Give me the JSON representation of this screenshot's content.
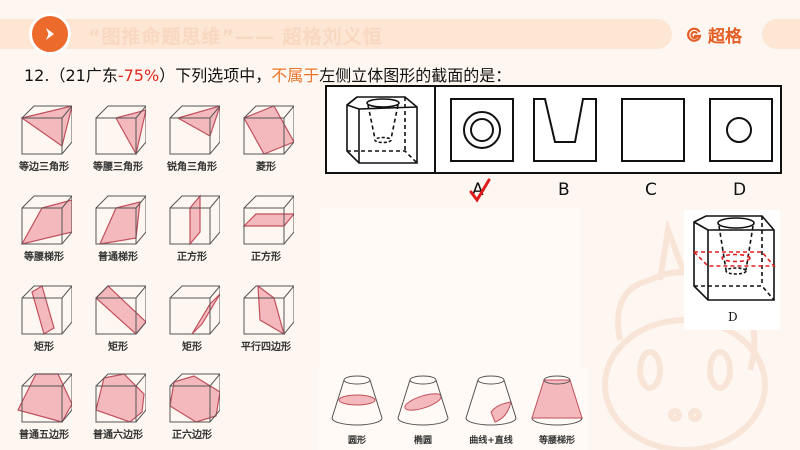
{
  "header": {
    "title": "“图推命题思维”—— 超格刘义恒",
    "brand": "超格",
    "nav_icon": "chevron-right-icon",
    "brand_icon": "brand-logo-g-icon",
    "accent_color": "#ec6a2c"
  },
  "question": {
    "number": "12.",
    "source_open": "（21广东",
    "accuracy": "-75%",
    "source_close": "）",
    "text_before": "下列选项中，",
    "emphasis": "不属于",
    "text_after": "左侧立体图形的截面的是："
  },
  "options": {
    "labels": [
      "A",
      "B",
      "C",
      "D"
    ],
    "selected": "A",
    "shapes": [
      "concentric-circles-in-square",
      "trapezoid-notch-square",
      "empty-square",
      "circle-in-square"
    ]
  },
  "solution": {
    "label": "D"
  },
  "cube_sections": [
    {
      "label": "等边三角形"
    },
    {
      "label": "等腰三角形"
    },
    {
      "label": "锐角三角形"
    },
    {
      "label": "菱形"
    },
    {
      "label": "等腰梯形"
    },
    {
      "label": "普通梯形"
    },
    {
      "label": "正方形"
    },
    {
      "label": "正方形"
    },
    {
      "label": "矩形"
    },
    {
      "label": "矩形"
    },
    {
      "label": "矩形"
    },
    {
      "label": "平行四边形"
    },
    {
      "label": "普通五边形"
    },
    {
      "label": "普通六边形"
    },
    {
      "label": "正六边形"
    }
  ],
  "frustum_sections": [
    {
      "label": "圆形"
    },
    {
      "label": "椭圆"
    },
    {
      "label": "曲线+直线"
    },
    {
      "label": "等腰梯形"
    }
  ]
}
